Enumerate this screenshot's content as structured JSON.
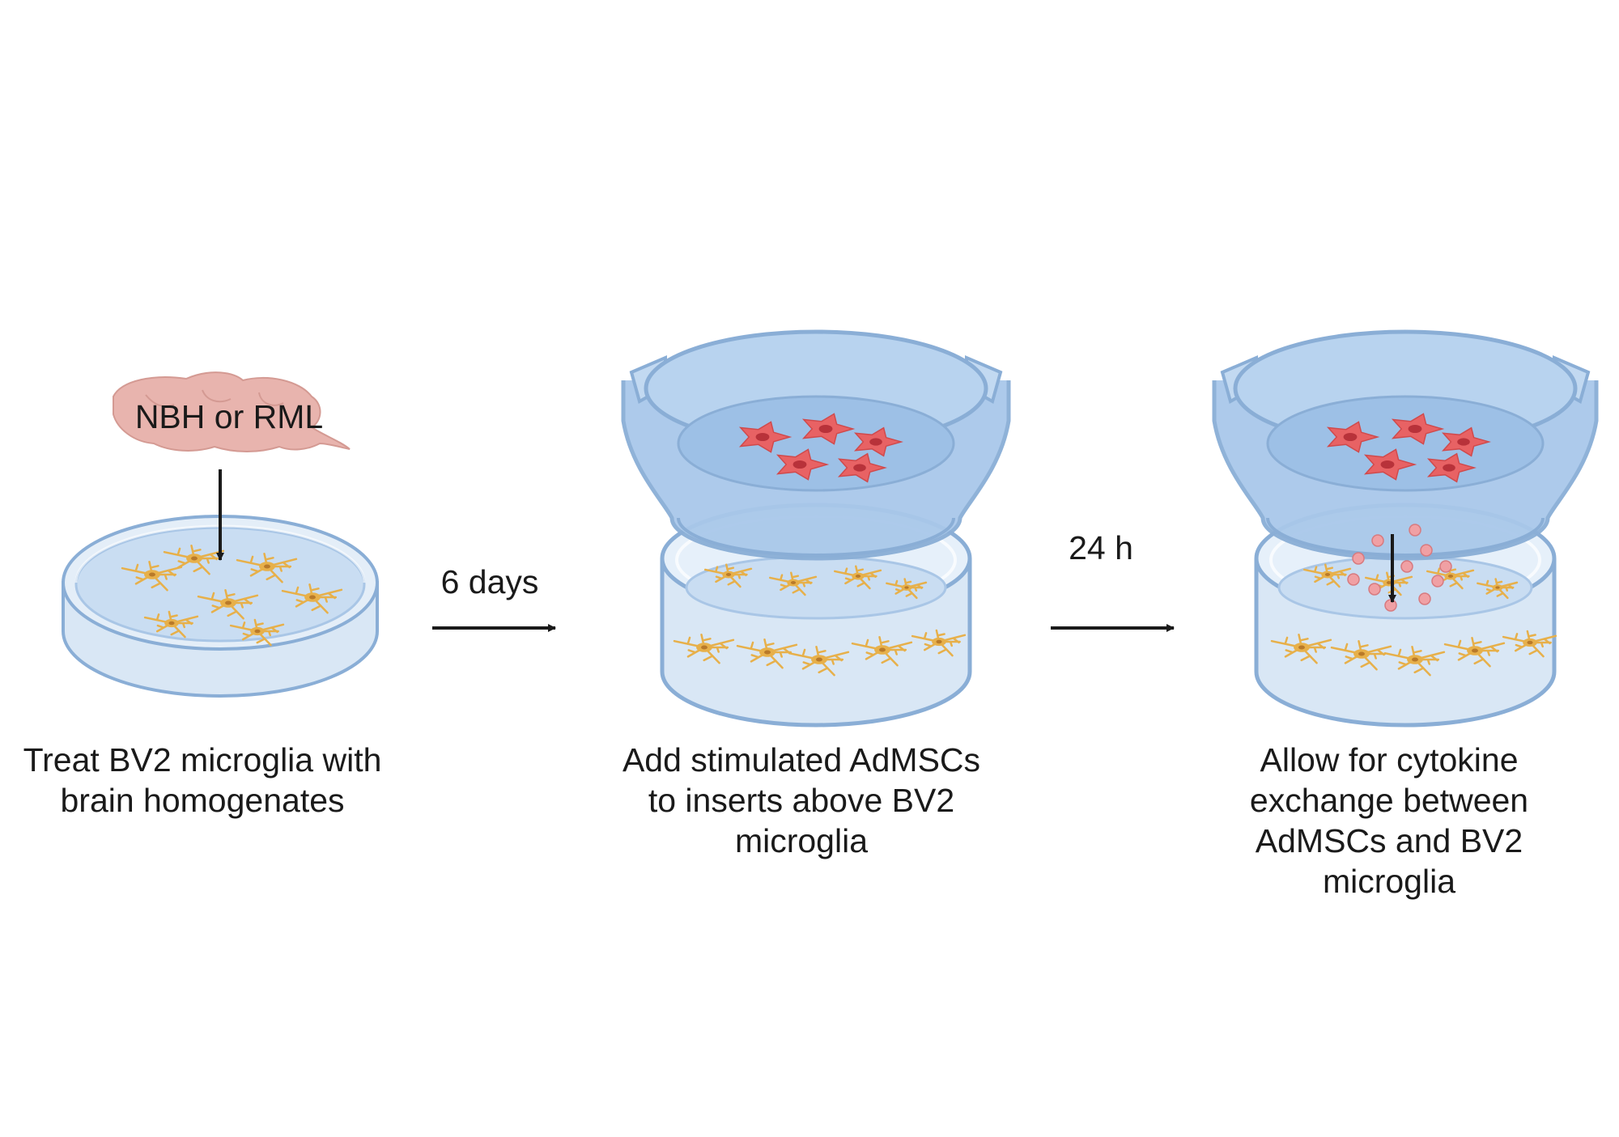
{
  "diagram": {
    "brain_label": "NBH or RML",
    "steps": [
      {
        "caption": [
          "Treat BV2 microglia with",
          "brain homogenates"
        ]
      },
      {
        "caption": [
          "Add stimulated AdMSCs",
          "to inserts above BV2",
          "microglia"
        ]
      },
      {
        "caption": [
          "Allow for cytokine",
          "exchange between",
          "AdMSCs and BV2",
          "microglia"
        ]
      }
    ],
    "transitions": [
      {
        "label": "6 days"
      },
      {
        "label": "24 h"
      }
    ],
    "colors": {
      "brain": "#e8b4ae",
      "dish_stroke": "#8aaed6",
      "dish_fill": "#dbe8f6",
      "liquid": "#c6dcf3",
      "microglia": "#e7b04a",
      "admsc": "#e86264",
      "cytokine": "#f0a0a4",
      "arrow": "#1a1a1a"
    }
  }
}
